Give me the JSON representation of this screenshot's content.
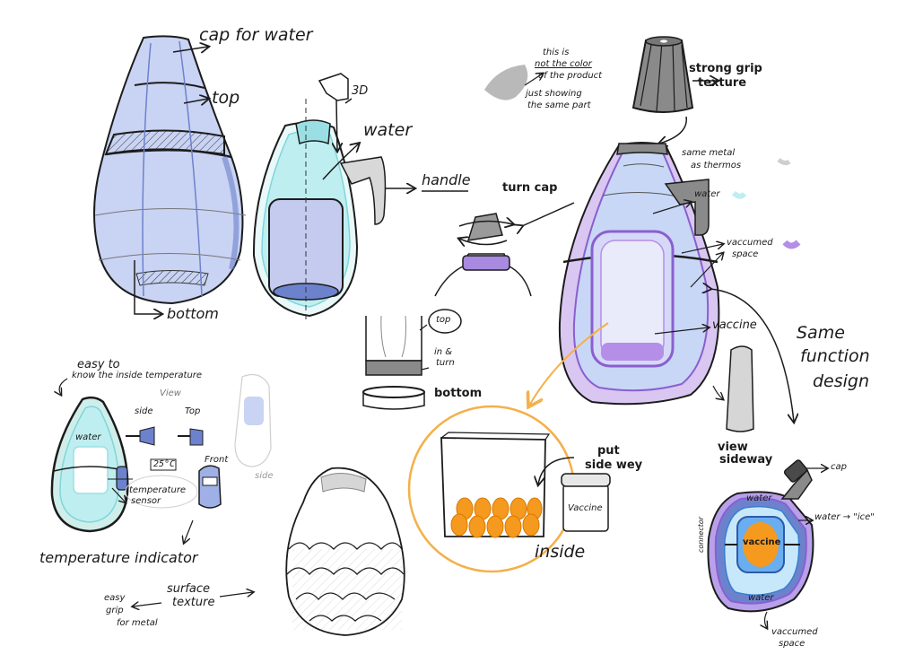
{
  "colors": {
    "ink": "#1c1c1c",
    "blue": "#9fb0e6",
    "blue_dark": "#6d82cc",
    "cyan": "#bfeef0",
    "cyan_dark": "#7fd6dc",
    "purple": "#b58ee8",
    "purple_dark": "#8a5fd0",
    "grey": "#8a8a8a",
    "grey_light": "#cfcfcf",
    "orange": "#f59a1e",
    "orange_line": "#f4b04a"
  },
  "labels": {
    "cap_for_water": "cap for water",
    "top": "top",
    "bottom": "bottom",
    "three_d": "3D",
    "water": "water",
    "handle": "handle",
    "turn_cap": "turn cap",
    "note_color": [
      "this is",
      "not the color",
      "of the product",
      "just showing",
      "the same part"
    ],
    "strong_grip": [
      "strong grip",
      "texture"
    ],
    "same_metal": [
      "same metal",
      "as thermos"
    ],
    "water_right": "water",
    "vaccumed_space": [
      "vaccumed",
      "space"
    ],
    "vaccine_right": "vaccine",
    "same_function": [
      "Same",
      "function",
      "design"
    ],
    "top_circle": "top",
    "in_turn": [
      "in &",
      "turn"
    ],
    "bottom_small": "bottom",
    "easy_to_know": [
      "easy to",
      "know  the inside  temperature"
    ],
    "view": "View",
    "side": "side",
    "top_view": "Top",
    "front": "Front",
    "side_faint": "side",
    "water_left": "water",
    "temp_reading": "25°C",
    "temp_sensor": [
      "temperature",
      "sensor"
    ],
    "temp_indicator": "temperature indicator",
    "easy_grip": [
      "easy",
      "grip",
      "for metal"
    ],
    "surface_texture": [
      "surface",
      "texture"
    ],
    "put_side_way": [
      "put",
      "side wey"
    ],
    "vaccine_jar": "Vaccine",
    "inside": "inside",
    "view_sideway": [
      "view",
      "sideway"
    ],
    "cap": "cap",
    "water_ice": "water → \"ice\"",
    "water_top": "water",
    "water_bottom": "water",
    "connector": "connector",
    "vaccine_center": "vaccine",
    "vaccumed_space_bottom": [
      "vaccumed",
      "space"
    ]
  }
}
